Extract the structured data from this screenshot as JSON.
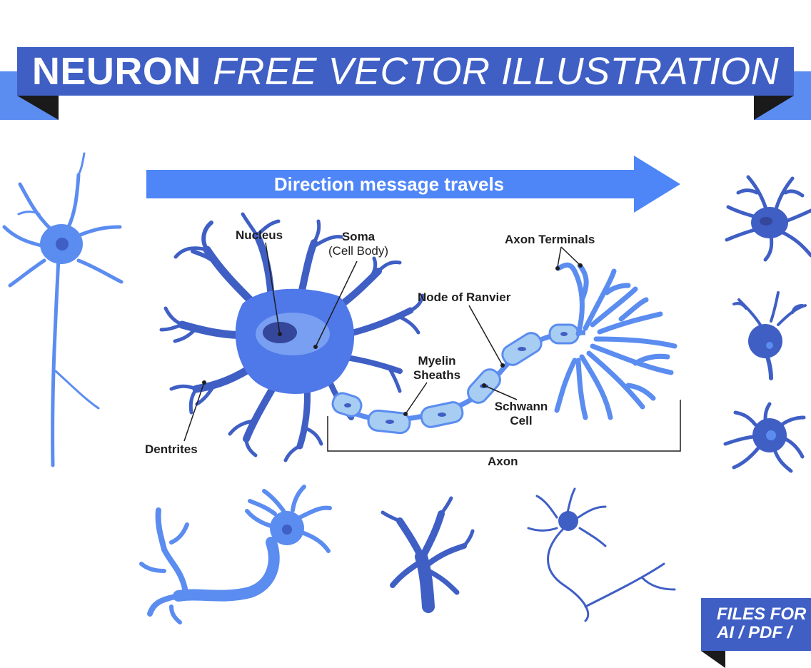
{
  "title": {
    "bold": "NEURON",
    "light": "FREE VECTOR ILLUSTRATION"
  },
  "arrow": {
    "label": "Direction message travels"
  },
  "labels": {
    "nucleus": "Nucleus",
    "soma": "Soma",
    "soma_sub": "(Cell Body)",
    "axon_terminals": "Axon Terminals",
    "node_of_ranvier": "Node of Ranvier",
    "myelin_1": "Myelin",
    "myelin_2": "Sheaths",
    "schwann_1": "Schwann",
    "schwann_2": "Cell",
    "dentrites": "Dentrites",
    "axon": "Axon"
  },
  "footer": {
    "line1": "FILES FOR",
    "line2": "AI / PDF /"
  },
  "colors": {
    "banner": "#3f5fc5",
    "banner_back": "#5b8cf0",
    "banner_fold": "#1a1a1a",
    "arrow": "#4f86f7",
    "neuron_dark": "#3f5fc5",
    "neuron_light": "#5b8cf0",
    "myelin": "#a8cdf2",
    "label": "#1e1e1e"
  }
}
